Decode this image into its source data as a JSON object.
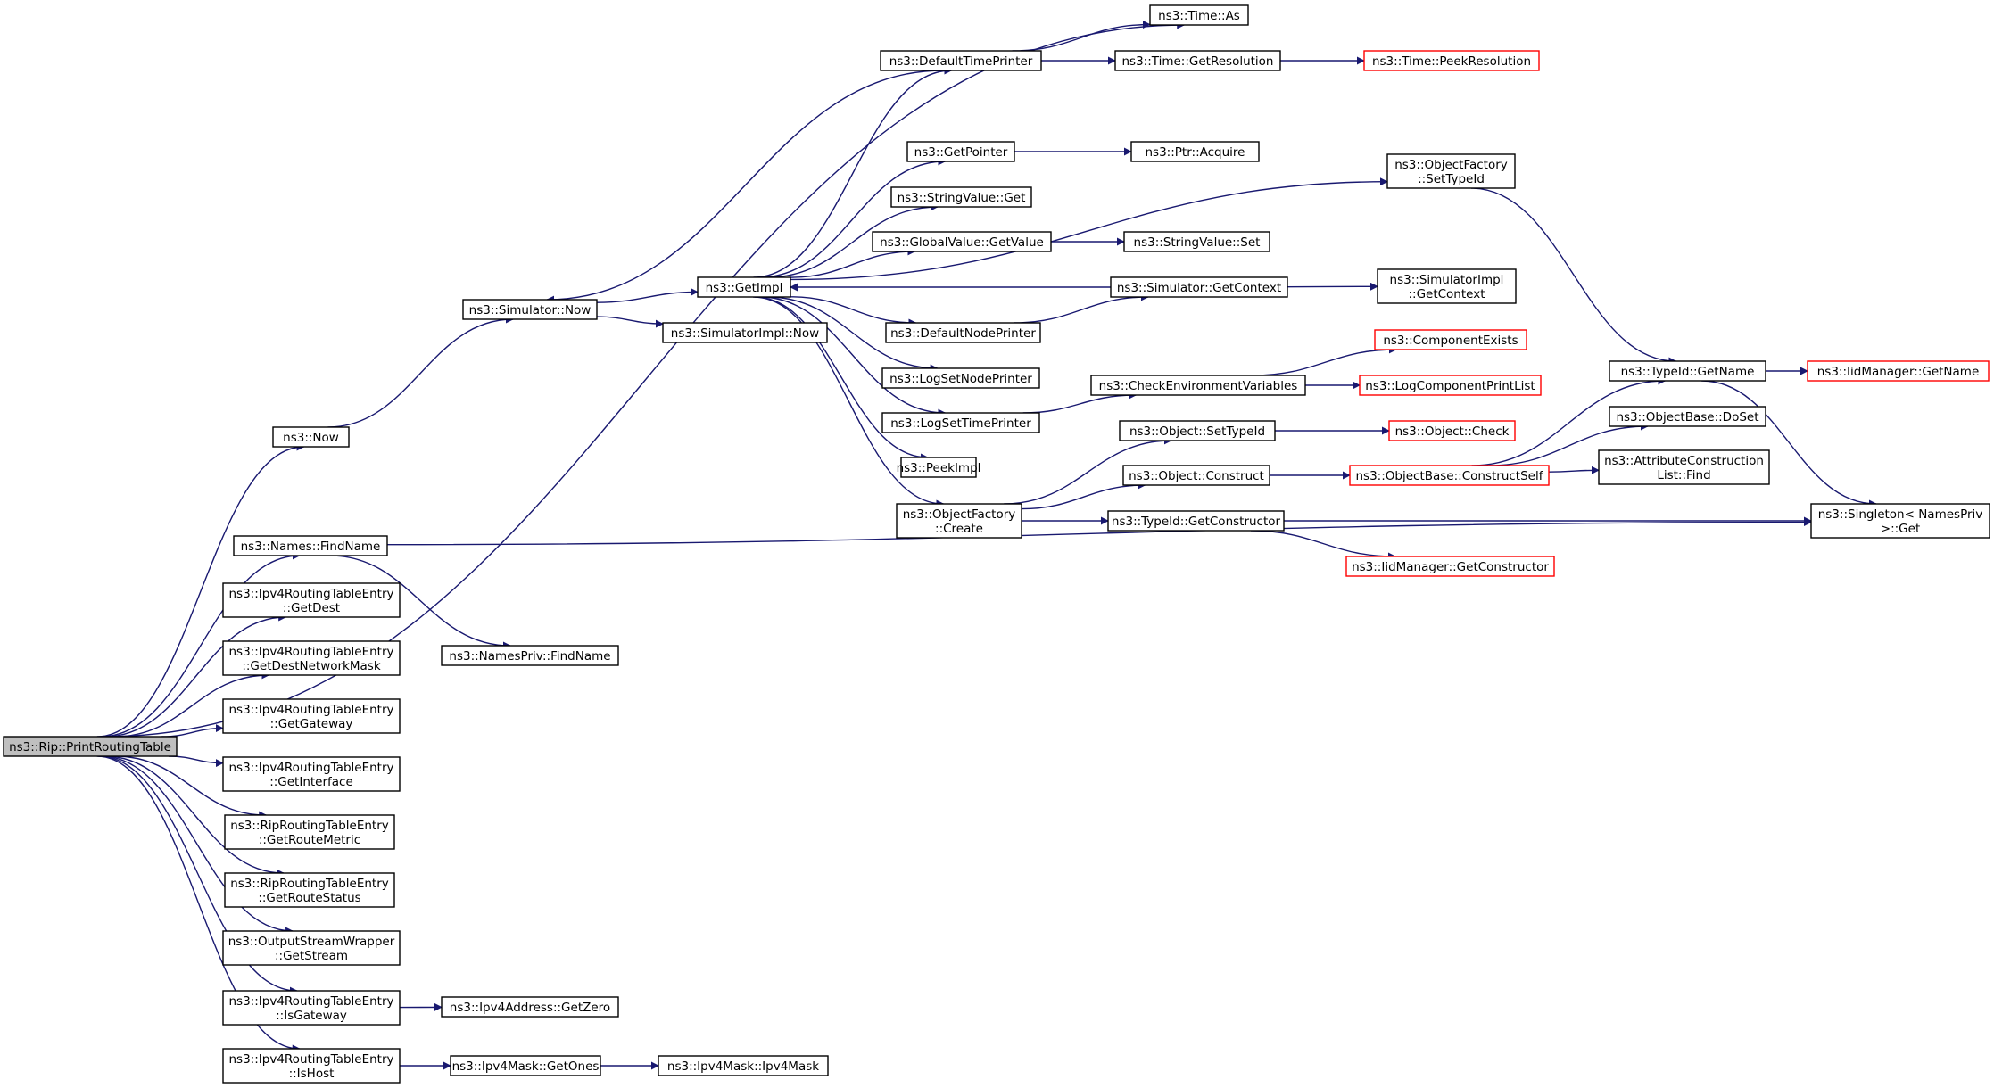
{
  "graph": {
    "edge_color": "#191970",
    "external_border_color": "#ff0000",
    "root_fill": "#bfbfbf",
    "nodes": {
      "rip_print": {
        "lines": [
          "ns3::Rip::PrintRoutingTable"
        ],
        "root": true
      },
      "time_as": {
        "lines": [
          "ns3::Time::As"
        ]
      },
      "default_time_printer": {
        "lines": [
          "ns3::DefaultTimePrinter"
        ]
      },
      "time_get_resolution": {
        "lines": [
          "ns3::Time::GetResolution"
        ]
      },
      "time_peek_resolution": {
        "lines": [
          "ns3::Time::PeekResolution"
        ],
        "external": true
      },
      "get_pointer": {
        "lines": [
          "ns3::GetPointer"
        ]
      },
      "ptr_acquire": {
        "lines": [
          "ns3::Ptr::Acquire"
        ]
      },
      "object_factory_set_type_id": {
        "lines": [
          "ns3::ObjectFactory",
          "::SetTypeId"
        ]
      },
      "string_value_get": {
        "lines": [
          "ns3::StringValue::Get"
        ]
      },
      "global_value_get_value": {
        "lines": [
          "ns3::GlobalValue::GetValue"
        ]
      },
      "string_value_set": {
        "lines": [
          "ns3::StringValue::Set"
        ]
      },
      "simulator_now": {
        "lines": [
          "ns3::Simulator::Now"
        ]
      },
      "get_impl": {
        "lines": [
          "ns3::GetImpl"
        ]
      },
      "simulator_get_context": {
        "lines": [
          "ns3::Simulator::GetContext"
        ]
      },
      "simulator_impl_get_context": {
        "lines": [
          "ns3::SimulatorImpl",
          "::GetContext"
        ]
      },
      "simulator_impl_now": {
        "lines": [
          "ns3::SimulatorImpl::Now"
        ]
      },
      "default_node_printer": {
        "lines": [
          "ns3::DefaultNodePrinter"
        ]
      },
      "component_exists": {
        "lines": [
          "ns3::ComponentExists"
        ],
        "external": true
      },
      "type_id_get_name": {
        "lines": [
          "ns3::TypeId::GetName"
        ]
      },
      "iid_manager_get_name": {
        "lines": [
          "ns3::IidManager::GetName"
        ],
        "external": true
      },
      "log_set_node_printer": {
        "lines": [
          "ns3::LogSetNodePrinter"
        ]
      },
      "check_env_vars": {
        "lines": [
          "ns3::CheckEnvironmentVariables"
        ]
      },
      "log_component_print_list": {
        "lines": [
          "ns3::LogComponentPrintList"
        ],
        "external": true
      },
      "log_set_time_printer": {
        "lines": [
          "ns3::LogSetTimePrinter"
        ]
      },
      "object_set_type_id": {
        "lines": [
          "ns3::Object::SetTypeId"
        ]
      },
      "object_check": {
        "lines": [
          "ns3::Object::Check"
        ],
        "external": true
      },
      "object_base_do_set": {
        "lines": [
          "ns3::ObjectBase::DoSet"
        ]
      },
      "attr_construction_list_find": {
        "lines": [
          "ns3::AttributeConstruction",
          "List::Find"
        ]
      },
      "ns3_now": {
        "lines": [
          "ns3::Now"
        ]
      },
      "peek_impl": {
        "lines": [
          "ns3::PeekImpl"
        ]
      },
      "object_construct": {
        "lines": [
          "ns3::Object::Construct"
        ]
      },
      "object_base_construct_self": {
        "lines": [
          "ns3::ObjectBase::ConstructSelf"
        ],
        "external": true
      },
      "object_factory_create": {
        "lines": [
          "ns3::ObjectFactory",
          "::Create"
        ]
      },
      "type_id_get_constructor": {
        "lines": [
          "ns3::TypeId::GetConstructor"
        ]
      },
      "singleton_get": {
        "lines": [
          "ns3::Singleton< NamesPriv",
          " >::Get"
        ]
      },
      "names_find_name": {
        "lines": [
          "ns3::Names::FindName"
        ]
      },
      "iid_manager_get_constructor": {
        "lines": [
          "ns3::IidManager::GetConstructor"
        ],
        "external": true
      },
      "ipv4_get_dest": {
        "lines": [
          "ns3::Ipv4RoutingTableEntry",
          "::GetDest"
        ]
      },
      "names_priv_find_name": {
        "lines": [
          "ns3::NamesPriv::FindName"
        ]
      },
      "ipv4_get_dest_mask": {
        "lines": [
          "ns3::Ipv4RoutingTableEntry",
          "::GetDestNetworkMask"
        ]
      },
      "ipv4_get_gateway": {
        "lines": [
          "ns3::Ipv4RoutingTableEntry",
          "::GetGateway"
        ]
      },
      "ipv4_get_interface": {
        "lines": [
          "ns3::Ipv4RoutingTableEntry",
          "::GetInterface"
        ]
      },
      "rip_get_route_metric": {
        "lines": [
          "ns3::RipRoutingTableEntry",
          "::GetRouteMetric"
        ]
      },
      "rip_get_route_status": {
        "lines": [
          "ns3::RipRoutingTableEntry",
          "::GetRouteStatus"
        ]
      },
      "output_stream_get_stream": {
        "lines": [
          "ns3::OutputStreamWrapper",
          "::GetStream"
        ]
      },
      "ipv4_is_gateway": {
        "lines": [
          "ns3::Ipv4RoutingTableEntry",
          "::IsGateway"
        ]
      },
      "ipv4_address_get_zero": {
        "lines": [
          "ns3::Ipv4Address::GetZero"
        ]
      },
      "ipv4_is_host": {
        "lines": [
          "ns3::Ipv4RoutingTableEntry",
          "::IsHost"
        ]
      },
      "ipv4_mask_get_ones": {
        "lines": [
          "ns3::Ipv4Mask::GetOnes"
        ]
      },
      "ipv4_mask_ctor": {
        "lines": [
          "ns3::Ipv4Mask::Ipv4Mask"
        ]
      }
    },
    "edges": [
      [
        "rip_print",
        "time_as"
      ],
      [
        "rip_print",
        "ns3_now"
      ],
      [
        "rip_print",
        "names_find_name"
      ],
      [
        "rip_print",
        "ipv4_get_dest"
      ],
      [
        "rip_print",
        "ipv4_get_dest_mask"
      ],
      [
        "rip_print",
        "ipv4_get_gateway"
      ],
      [
        "rip_print",
        "ipv4_get_interface"
      ],
      [
        "rip_print",
        "rip_get_route_metric"
      ],
      [
        "rip_print",
        "rip_get_route_status"
      ],
      [
        "rip_print",
        "output_stream_get_stream"
      ],
      [
        "rip_print",
        "ipv4_is_gateway"
      ],
      [
        "rip_print",
        "ipv4_is_host"
      ],
      [
        "ns3_now",
        "simulator_now"
      ],
      [
        "simulator_now",
        "get_impl"
      ],
      [
        "simulator_now",
        "simulator_impl_now"
      ],
      [
        "default_time_printer",
        "simulator_now"
      ],
      [
        "default_time_printer",
        "time_as"
      ],
      [
        "default_time_printer",
        "time_get_resolution"
      ],
      [
        "time_get_resolution",
        "time_peek_resolution"
      ],
      [
        "get_impl",
        "default_time_printer"
      ],
      [
        "get_impl",
        "object_factory_set_type_id"
      ],
      [
        "get_impl",
        "get_pointer"
      ],
      [
        "get_impl",
        "string_value_get"
      ],
      [
        "get_impl",
        "global_value_get_value"
      ],
      [
        "get_impl",
        "default_node_printer"
      ],
      [
        "get_impl",
        "log_set_node_printer"
      ],
      [
        "get_impl",
        "log_set_time_printer"
      ],
      [
        "get_impl",
        "peek_impl"
      ],
      [
        "get_impl",
        "object_factory_create"
      ],
      [
        "get_pointer",
        "ptr_acquire"
      ],
      [
        "global_value_get_value",
        "string_value_set"
      ],
      [
        "simulator_get_context",
        "get_impl"
      ],
      [
        "simulator_get_context",
        "simulator_impl_get_context"
      ],
      [
        "default_node_printer",
        "simulator_get_context"
      ],
      [
        "log_set_time_printer",
        "check_env_vars"
      ],
      [
        "check_env_vars",
        "component_exists"
      ],
      [
        "check_env_vars",
        "log_component_print_list"
      ],
      [
        "object_factory_set_type_id",
        "type_id_get_name"
      ],
      [
        "type_id_get_name",
        "iid_manager_get_name"
      ],
      [
        "type_id_get_name",
        "singleton_get"
      ],
      [
        "object_factory_create",
        "object_set_type_id"
      ],
      [
        "object_factory_create",
        "object_construct"
      ],
      [
        "object_factory_create",
        "type_id_get_constructor"
      ],
      [
        "object_set_type_id",
        "object_check"
      ],
      [
        "object_construct",
        "object_base_construct_self"
      ],
      [
        "object_base_construct_self",
        "type_id_get_name"
      ],
      [
        "object_base_construct_self",
        "object_base_do_set"
      ],
      [
        "object_base_construct_self",
        "attr_construction_list_find"
      ],
      [
        "type_id_get_constructor",
        "singleton_get"
      ],
      [
        "type_id_get_constructor",
        "iid_manager_get_constructor"
      ],
      [
        "names_find_name",
        "names_priv_find_name"
      ],
      [
        "names_find_name",
        "singleton_get"
      ],
      [
        "ipv4_is_gateway",
        "ipv4_address_get_zero"
      ],
      [
        "ipv4_is_host",
        "ipv4_mask_get_ones"
      ],
      [
        "ipv4_mask_get_ones",
        "ipv4_mask_ctor"
      ]
    ]
  }
}
